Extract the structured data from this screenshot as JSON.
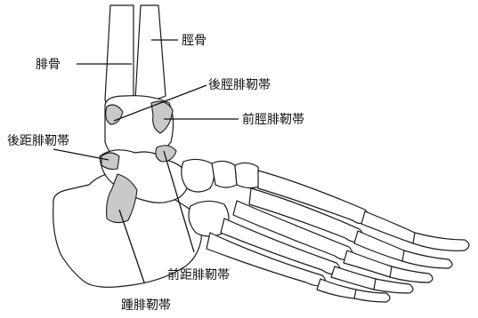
{
  "diagram": {
    "labels": {
      "tibia": "脛骨",
      "fibula": "腓骨",
      "posterior_tibiofibular": "後脛腓靭帯",
      "anterior_tibiofibular": "前脛腓靭帯",
      "posterior_talofibular": "後距腓靭帯",
      "anterior_talofibular": "前距腓靭帯",
      "calcaneofibular": "踵腓靭帯"
    },
    "colors": {
      "ligament_fill": "#c9c9c9",
      "bone_outline": "#1a1a1a",
      "background": "#ffffff"
    }
  }
}
